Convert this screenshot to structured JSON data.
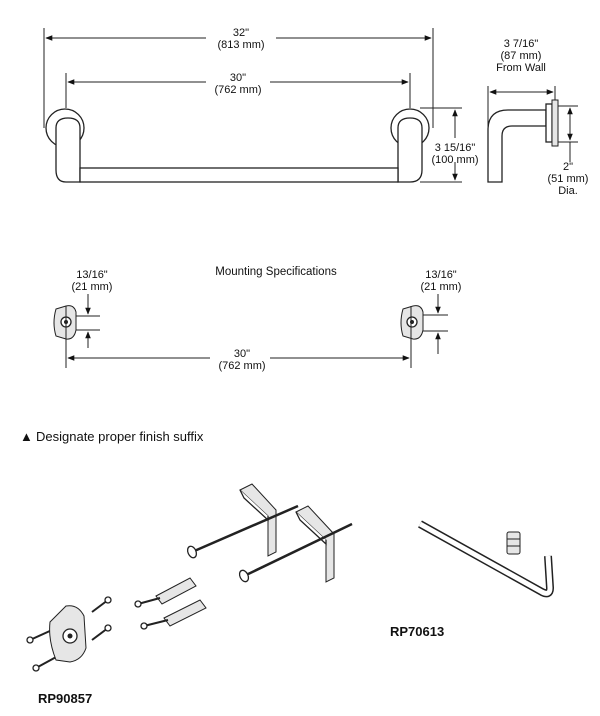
{
  "top_view": {
    "overall_length": "32\"",
    "overall_length_mm": "(813 mm)",
    "center_length": "30\"",
    "center_length_mm": "(762 mm)",
    "height": "3 15/16\"",
    "height_mm": "(100 mm)"
  },
  "side_view": {
    "projection": "3 7/16\"",
    "projection_mm": "(87 mm)",
    "projection_note": "From Wall",
    "diameter": "2\"",
    "diameter_mm": "(51 mm)",
    "diameter_note": "Dia."
  },
  "mounting": {
    "title": "Mounting Specifications",
    "left_offset": "13/16\"",
    "left_offset_mm": "(21 mm)",
    "right_offset": "13/16\"",
    "right_offset_mm": "(21 mm)",
    "spacing": "30\"",
    "spacing_mm": "(762 mm)"
  },
  "finish_note": {
    "symbol": "▲",
    "text": "Designate proper finish suffix"
  },
  "parts": {
    "kit_a": "RP90857",
    "kit_b": "RP70613"
  }
}
